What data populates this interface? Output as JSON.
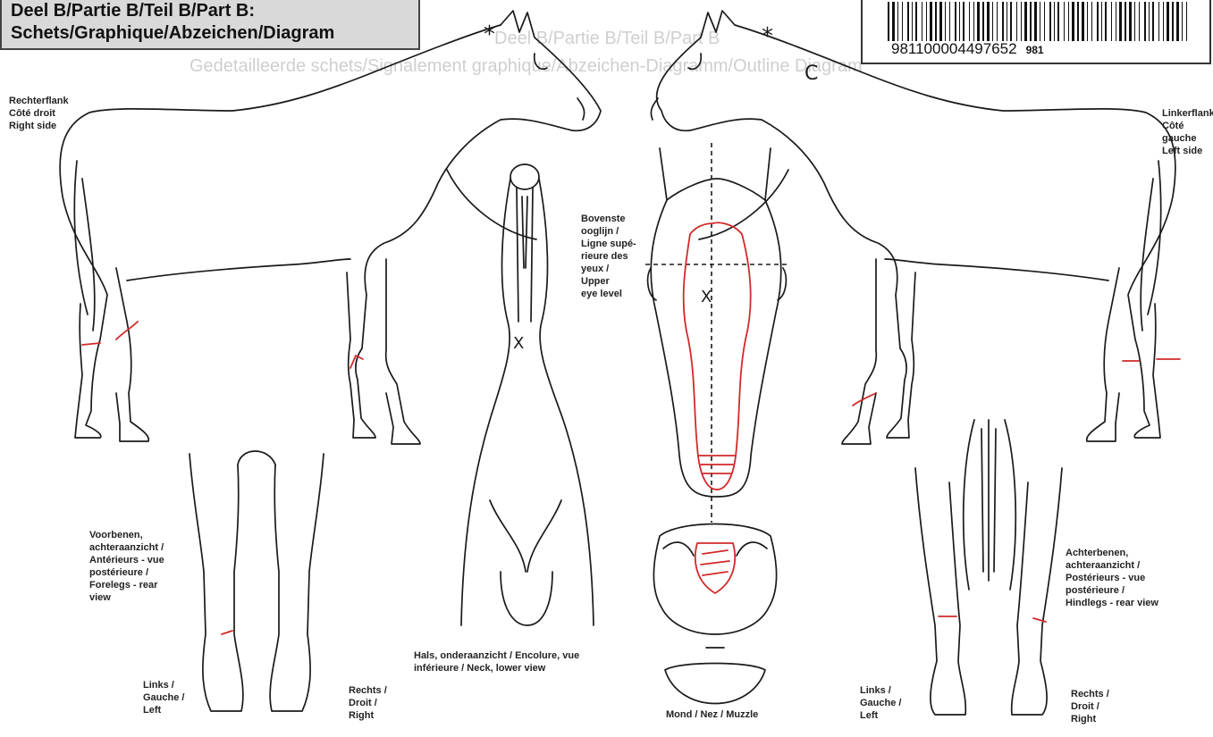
{
  "header": {
    "title_line1": "Deel B/Partie B/Teil B/Part B:",
    "title_line2": "Schets/Graphique/Abzeichen/Diagram"
  },
  "barcode": {
    "number": "981100004497652",
    "suffix": "981"
  },
  "background_text": {
    "line1": "Deel B/Partie B/Teil B/Part B",
    "line2": "Gedetailleerde schets/Signalement graphique/Abzeichen-Diagramm/Outline Diagram"
  },
  "labels": {
    "right_side": "Rechterflank\nCôté droit\nRight side",
    "left_side": "Linkerflank\nCôté gauche\nLeft side",
    "eye_level": "Bovenste\nooglijn /\nLigne supé-\nrieure des\nyeux /\nUpper\neye level",
    "forelegs": "Voorbenen,\nachteraanzicht /\nAntérieurs - vue\npostérieure /\nForelegs - rear\nview",
    "hindlegs": "Achterbenen,\nachteraanzicht /\nPostérieurs - vue\npostérieure /\nHindlegs - rear view",
    "neck": "Hals, onderaanzicht / Encolure, vue\ninférieure / Neck, lower view",
    "muzzle": "Mond / Nez / Muzzle",
    "fore_left": "Links /\nGauche /\nLeft",
    "fore_right": "Rechts /\nDroit /\nRight",
    "hind_left": "Links /\nGauche /\nLeft",
    "hind_right": "Rechts /\nDroit /\nRight"
  },
  "handwritten_marks": {
    "left_horse_crest": "*",
    "right_horse_crest": "*",
    "right_horse_cheek": "C",
    "face_whorl": "X",
    "neck_whorl": "X"
  },
  "colors": {
    "outline": "#1a1a1a",
    "marking": "#d12a2a",
    "title_box": "#d9d9d9",
    "ghost_text": "#cfcfcf"
  }
}
